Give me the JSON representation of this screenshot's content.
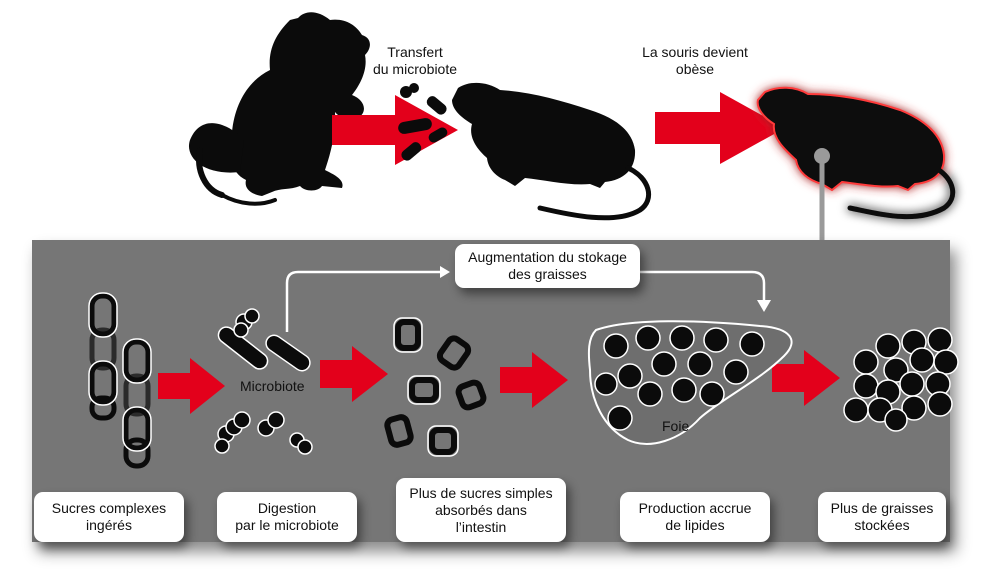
{
  "top": {
    "transfer_label": "Transfert\ndu microbiote",
    "obese_label": "La souris devient\nobèse"
  },
  "process": {
    "storage_label": "Augmentation du stokage\ndes graisses",
    "microbiote_label": "Microbiote",
    "liver_label": "Foie",
    "steps": [
      {
        "label": "Sucres complexes\ningérés"
      },
      {
        "label": "Digestion\npar le microbiote"
      },
      {
        "label": "Plus de sucres simples\nabsorbés dans\nl’intestin"
      },
      {
        "label": "Production accrue\nde lipides"
      },
      {
        "label": "Plus de graisses\nstockées"
      }
    ]
  },
  "colors": {
    "arrow": "#e3001b",
    "panel": "#767676",
    "silhouette": "#0b0b0b",
    "glow": "#ff2a2a"
  }
}
